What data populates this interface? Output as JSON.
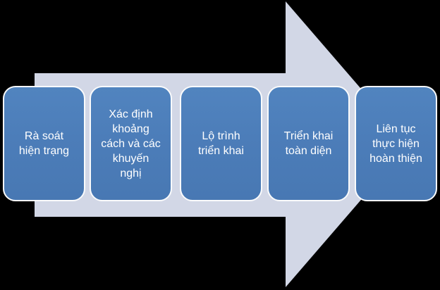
{
  "diagram": {
    "type": "process-flow-arrow",
    "direction": "left-to-right",
    "colors": {
      "background": "#000000",
      "arrow_fill": "#d2d7e6",
      "box_fill": "#4c7db9",
      "box_border": "#fafbfc",
      "text": "#ffffff"
    }
  },
  "steps": [
    {
      "label": "Rà soát\nhiện trạng"
    },
    {
      "label": "Xác định\nkhoảng\ncách và các\nkhuyến\nnghị"
    },
    {
      "label": "Lộ trình\ntriển khai"
    },
    {
      "label": "Triển khai\ntoàn diện"
    },
    {
      "label": "Liên tục\nthực hiện\nhoàn thiện"
    }
  ]
}
